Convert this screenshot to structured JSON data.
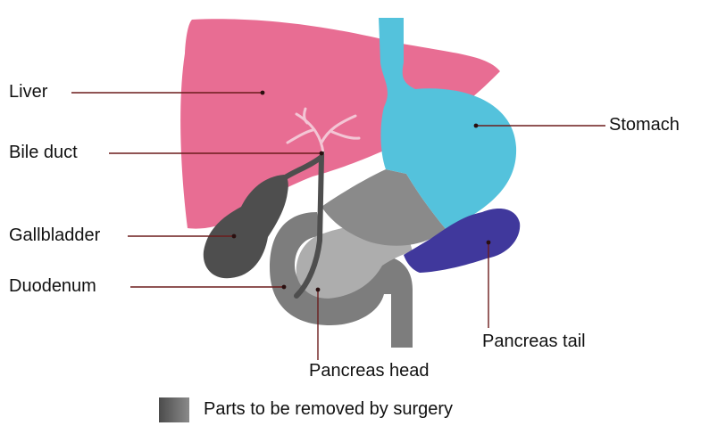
{
  "labels": {
    "liver": "Liver",
    "bile_duct": "Bile duct",
    "gallbladder": "Gallbladder",
    "duodenum": "Duodenum",
    "stomach": "Stomach",
    "pancreas_tail": "Pancreas tail",
    "pancreas_head": "Pancreas head"
  },
  "legend": {
    "text": "Parts to be removed by surgery"
  },
  "colors": {
    "liver": "#e86d93",
    "stomach": "#54c2dc",
    "pancreas_tail": "#40389c",
    "removed_dark": "#4e4e4e",
    "removed_mid": "#7d7d7d",
    "removed_light": "#adadad",
    "bile_duct_branches": "#f3c6d5"
  }
}
